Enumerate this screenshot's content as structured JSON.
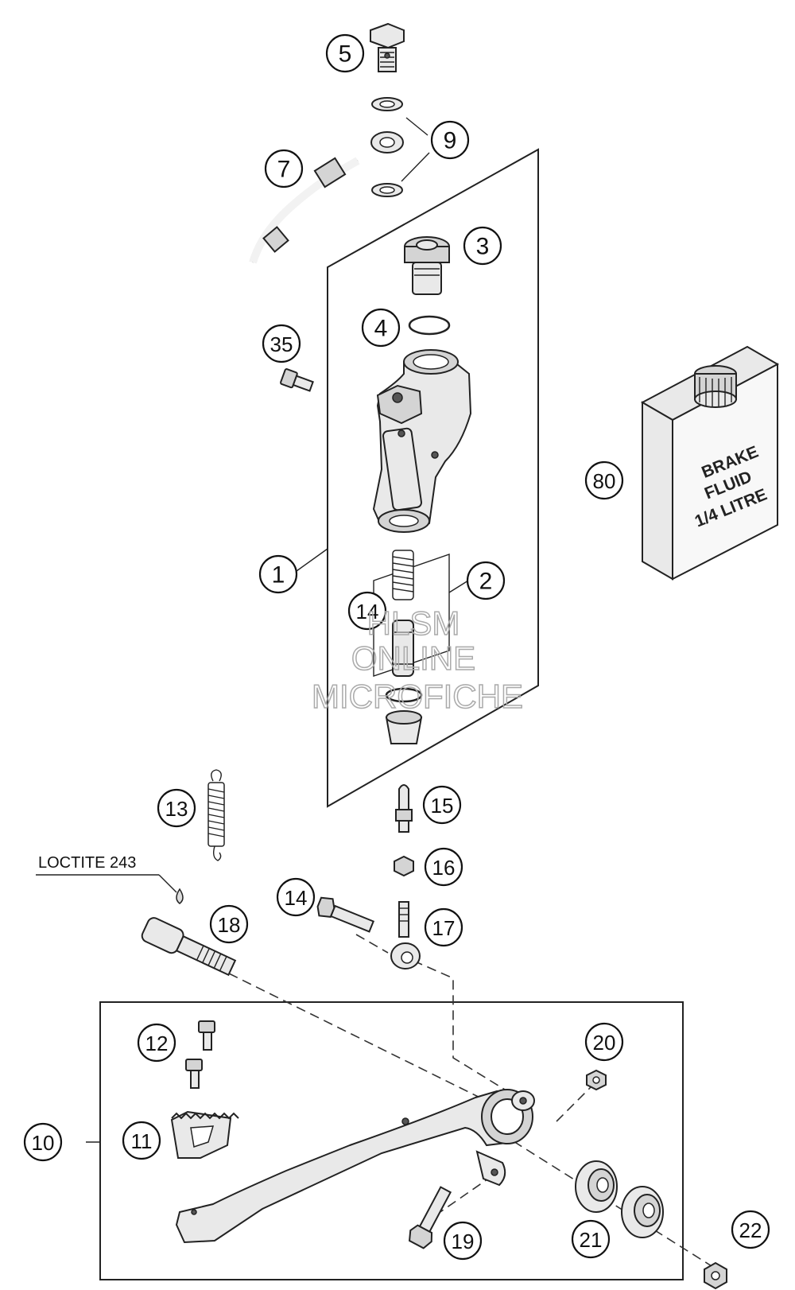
{
  "callouts": {
    "p1": "1",
    "p2": "2",
    "p3": "3",
    "p4": "4",
    "p5": "5",
    "p7": "7",
    "p9": "9",
    "p10": "10",
    "p11": "11",
    "p12": "12",
    "p13": "13",
    "p14a": "14",
    "p14b": "14",
    "p15": "15",
    "p16": "16",
    "p17": "17",
    "p18": "18",
    "p19": "19",
    "p20": "20",
    "p21": "21",
    "p22": "22",
    "p35": "35",
    "p80": "80"
  },
  "notes": {
    "loctite": "LOCTITE 243"
  },
  "brake_fluid_can": {
    "line1": "BRAKE",
    "line2": "FLUID",
    "line3": "1/4 LITRE"
  },
  "watermark": {
    "line1": "HLSM",
    "line2": "ONLINE",
    "line3": "MICROFICHE"
  }
}
